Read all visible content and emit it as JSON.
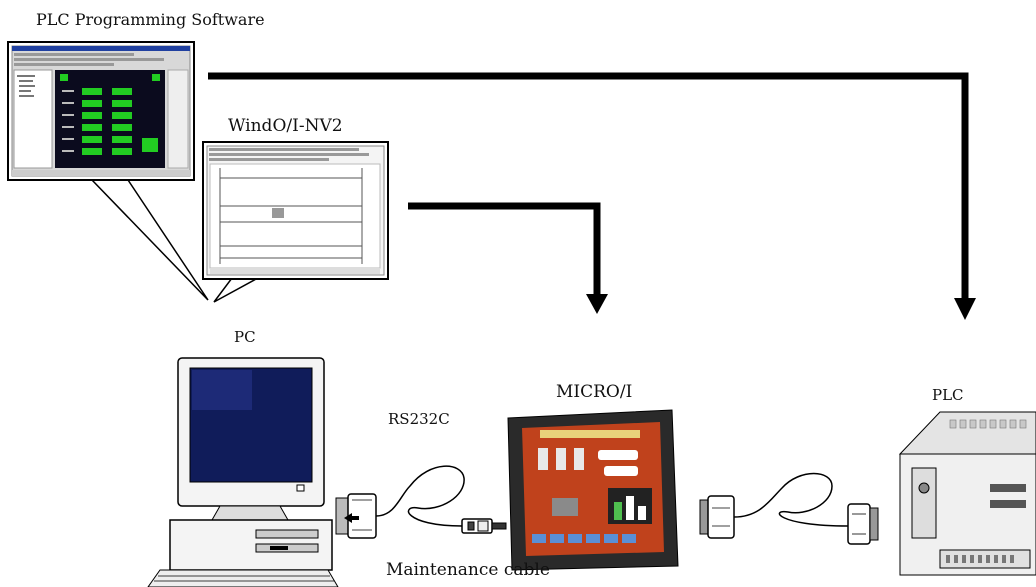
{
  "labels": {
    "plc_software": "PLC Programming Software",
    "windo": "WindO/I-NV2",
    "pc": "PC",
    "rs232c": "RS232C",
    "micro_i": "MICRO/I",
    "plc": "PLC",
    "maintenance_cable": "Maintenance cable"
  },
  "colors": {
    "line": "#000000",
    "screen_dark": "#0b0b1e",
    "ladder_green": "#22cc22",
    "monitor_blue": "#101c5a",
    "hmi_bezel": "#2a2a2a",
    "hmi_screen": "#c0421c"
  },
  "icons": {
    "plc_software_screenshot": "software-window-icon",
    "windo_screenshot": "software-window-icon",
    "pc": "desktop-computer-icon",
    "micro_i": "touch-panel-icon",
    "plc": "plc-unit-icon",
    "cable": "cable-icon"
  }
}
